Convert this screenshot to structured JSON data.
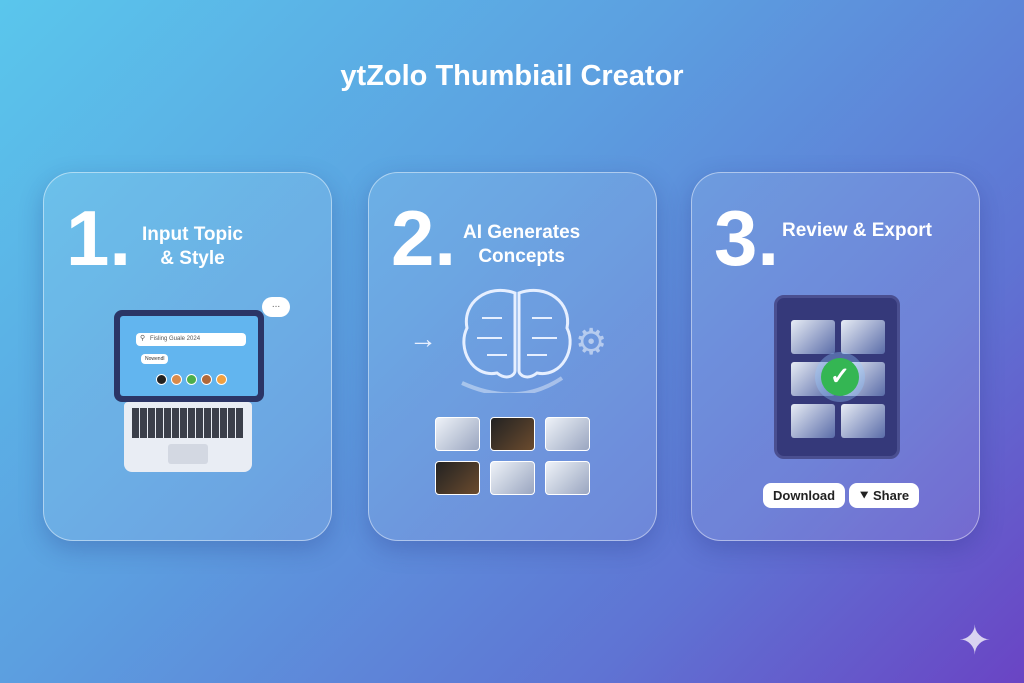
{
  "title": "ytZolo Thumbiail Creator",
  "steps": [
    {
      "number": "1.",
      "heading_line1": "Input Topic",
      "heading_line2": "& Style",
      "search_text": "Fisling Guale 2024",
      "pill": "Nowendl",
      "bubble": "..."
    },
    {
      "number": "2.",
      "heading_line1": "AI Generates",
      "heading_line2": "Concepts",
      "arrow": "→"
    },
    {
      "number": "3.",
      "heading_line1": "Review & Export",
      "download_label": "Download",
      "share_label": "Share"
    }
  ],
  "colors": {
    "check": "#34b653",
    "background_start": "#5ac6ec",
    "background_end": "#6a44c4"
  }
}
